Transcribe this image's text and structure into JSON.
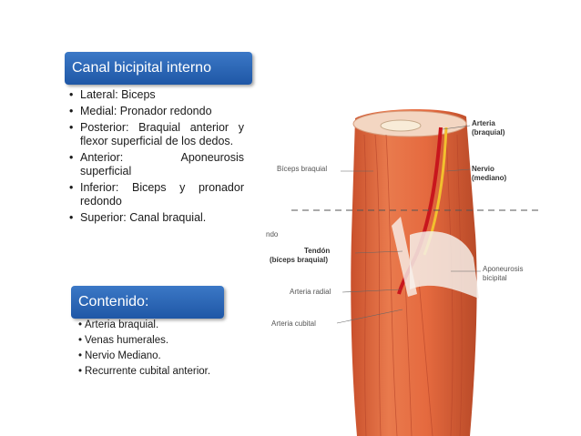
{
  "section1": {
    "title": "Canal bicipital interno",
    "items": [
      {
        "first": "Lateral: Biceps",
        "cont": ""
      },
      {
        "first": "Medial: Pronador redondo",
        "cont": ""
      },
      {
        "first": "Posterior: Braquial anterior y",
        "cont": "flexor superficial de los dedos."
      },
      {
        "first": "Anterior: Aponeurosis",
        "cont": "superficial"
      },
      {
        "first": "Inferior: Biceps y pronador",
        "cont": "redondo"
      },
      {
        "first": "Superior: Canal braquial.",
        "cont": ""
      }
    ]
  },
  "section2": {
    "title": "Contenido:",
    "items": [
      "Arteria braquial.",
      "Venas humerales.",
      "Nervio Mediano.",
      "Recurrente cubital anterior."
    ]
  },
  "figure": {
    "labels": {
      "arteria_line1": "Arteria",
      "arteria_line2": "(braquial)",
      "biceps": "Bíceps braquial",
      "nervio_line1": "Nervio",
      "nervio_line2": "(mediano)",
      "ndo": "ndo",
      "tendon_line1": "Tendón",
      "tendon_line2": "(bíceps braquial)",
      "aponeurosis_line1": "Aponeurosis",
      "aponeurosis_line2": "bicipital",
      "arteria_radial": "Arteria radial",
      "arteria_cubital": "Arteria cubital"
    }
  },
  "colors": {
    "banner_top": "#3b78c6",
    "banner_bottom": "#1f57a6",
    "muscle": "#e0673f",
    "artery": "#c8161d",
    "nerve": "#f2c02e"
  }
}
